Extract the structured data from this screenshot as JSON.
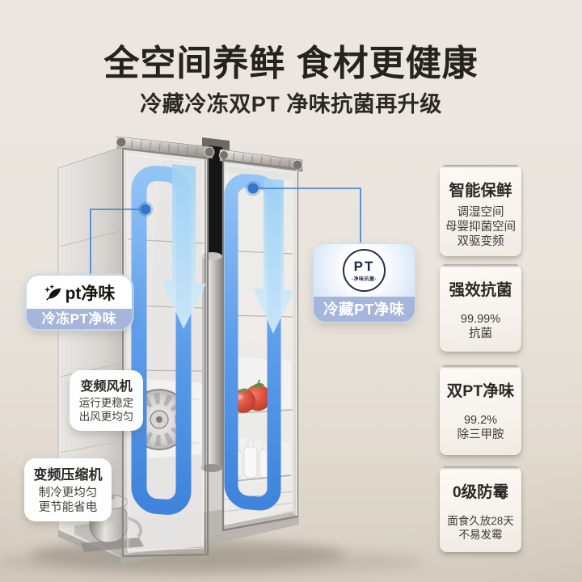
{
  "header": {
    "title": "全空间养鲜 食材更健康",
    "subtitle": "冷藏冷冻双PT 净味抗菌再升级"
  },
  "fridge": {
    "freezer_label": {
      "icon": "leaf-sparkle-icon",
      "name": "pt净味",
      "band": "冷冻PT净味"
    },
    "fridge_label": {
      "icon": "pt-badge-icon",
      "badge_text": "PT",
      "badge_subtext": "-净味抗菌-",
      "band": "冷藏PT净味"
    },
    "fan_callout": {
      "title": "变频风机",
      "line1": "运行更稳定",
      "line2": "出风更均匀"
    },
    "compressor_callout": {
      "title": "变频压缩机",
      "line1": "制冷更均匀",
      "line2": "更节能省电"
    }
  },
  "feature_cards": [
    {
      "title": "智能保鲜",
      "line1": "调湿空间",
      "line2": "母婴抑菌空间",
      "line3": "双驱变频"
    },
    {
      "title": "强效抗菌",
      "line1": "99.99%",
      "line2": "抗菌"
    },
    {
      "title": "双PT净味",
      "line1": "99.2%",
      "line2": "除三甲胺"
    },
    {
      "title": "0级防霉",
      "line1": "面食久放28天",
      "line2": "不易发霉"
    }
  ],
  "colors": {
    "background_beige": "#e9e3dc",
    "accent_blue": "#4285dc",
    "airflow_light_blue": "#a8d8f4",
    "label_band_blue": "#a6b5da",
    "badge_navy": "#1d2642",
    "title_text": "#26231f"
  }
}
